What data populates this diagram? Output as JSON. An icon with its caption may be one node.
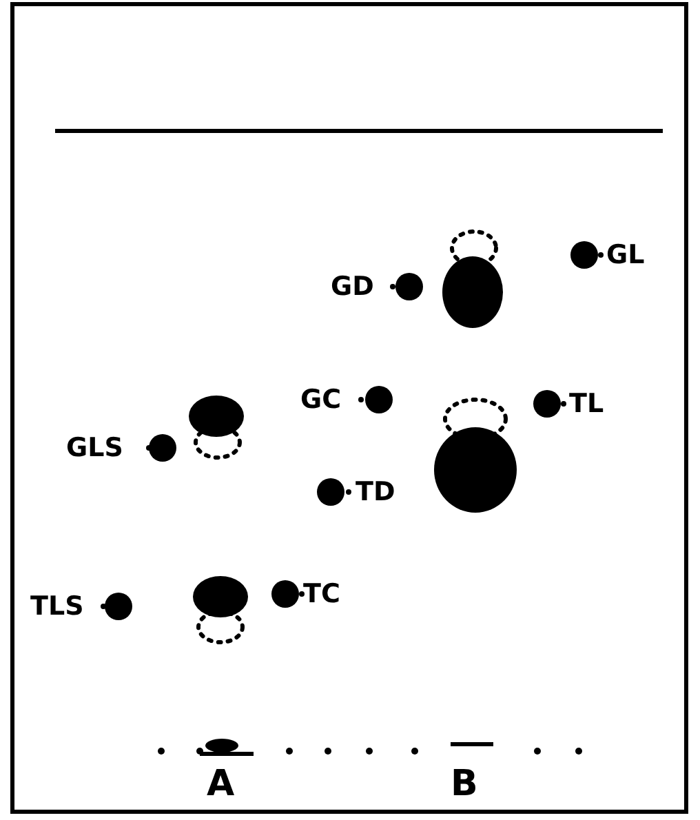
{
  "diagram": {
    "labels": [
      "GL",
      "GD",
      "GC",
      "TL",
      "GLS",
      "TD",
      "TLS",
      "TC",
      "A",
      "B"
    ]
  }
}
